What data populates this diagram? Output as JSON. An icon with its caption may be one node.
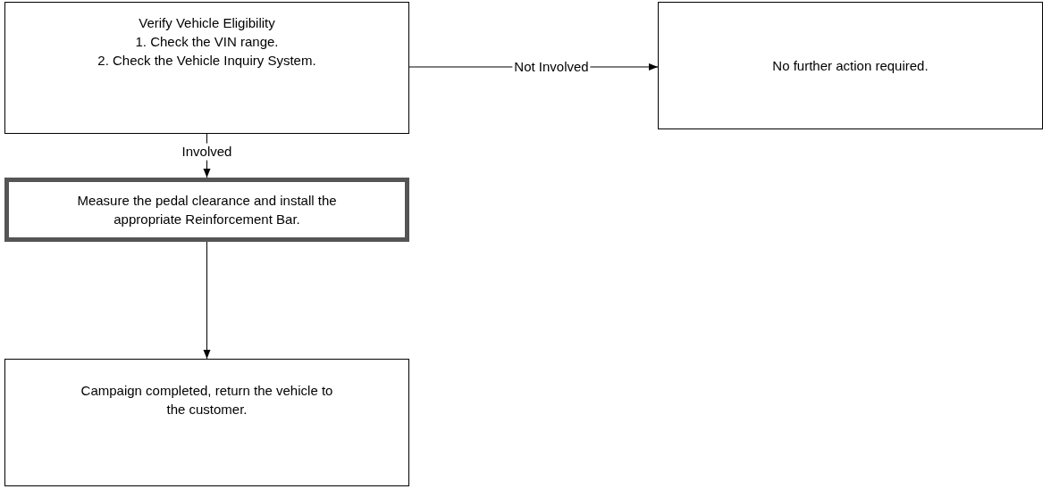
{
  "diagram": {
    "nodes": [
      {
        "text": [
          "Verify Vehicle Eligibility",
          "1. Check the VIN range.",
          "2. Check the Vehicle Inquiry System."
        ]
      },
      {
        "text": [
          "No further action required."
        ]
      },
      {
        "text": [
          "Measure the pedal clearance and install the appropriate Reinforcement Bar."
        ]
      },
      {
        "text": [
          "Campaign completed, return the vehicle to the customer."
        ]
      }
    ],
    "edges": [
      {
        "from": 0,
        "to": 1,
        "arrow": "to",
        "label": "Not Involved"
      },
      {
        "from": 0,
        "to": 2,
        "arrow": "to",
        "label": "Involved"
      },
      {
        "from": 2,
        "to": 3,
        "arrow": "to"
      }
    ]
  }
}
